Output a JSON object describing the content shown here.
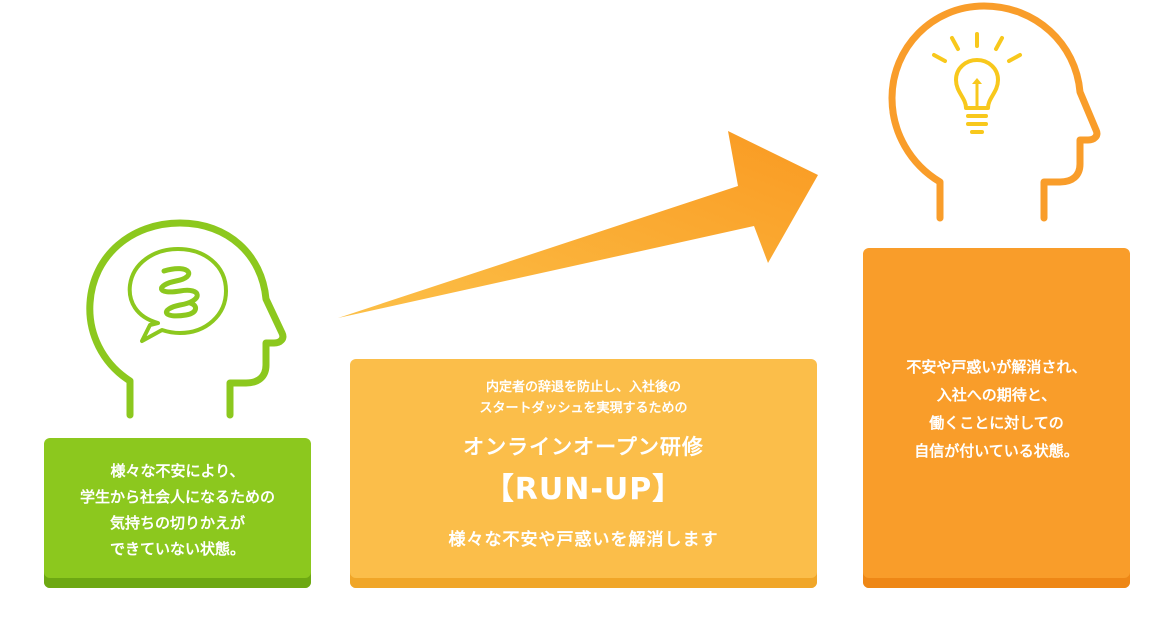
{
  "colors": {
    "green": "#8cc81e",
    "yellow": "#fbbe4a",
    "orange": "#f99d2a"
  },
  "before": {
    "icon": "confused-head-icon",
    "lines": [
      "様々な不安により、",
      "学生から社会人になるための",
      "気持ちの切りかえが",
      "できていない状態。"
    ]
  },
  "program": {
    "intro_lines": [
      "内定者の辞退を防止し、入社後の",
      "スタートダッシュを実現するための"
    ],
    "title": "オンラインオープン研修",
    "name": "【RUN-UP】",
    "description": "様々な不安や戸惑いを解消します"
  },
  "arrow": {
    "icon": "growth-arrow-icon"
  },
  "after": {
    "icon": "lightbulb-head-icon",
    "lines": [
      "不安や戸惑いが解消され、",
      "入社への期待と、",
      "働くことに対しての",
      "自信が付いている状態。"
    ]
  }
}
